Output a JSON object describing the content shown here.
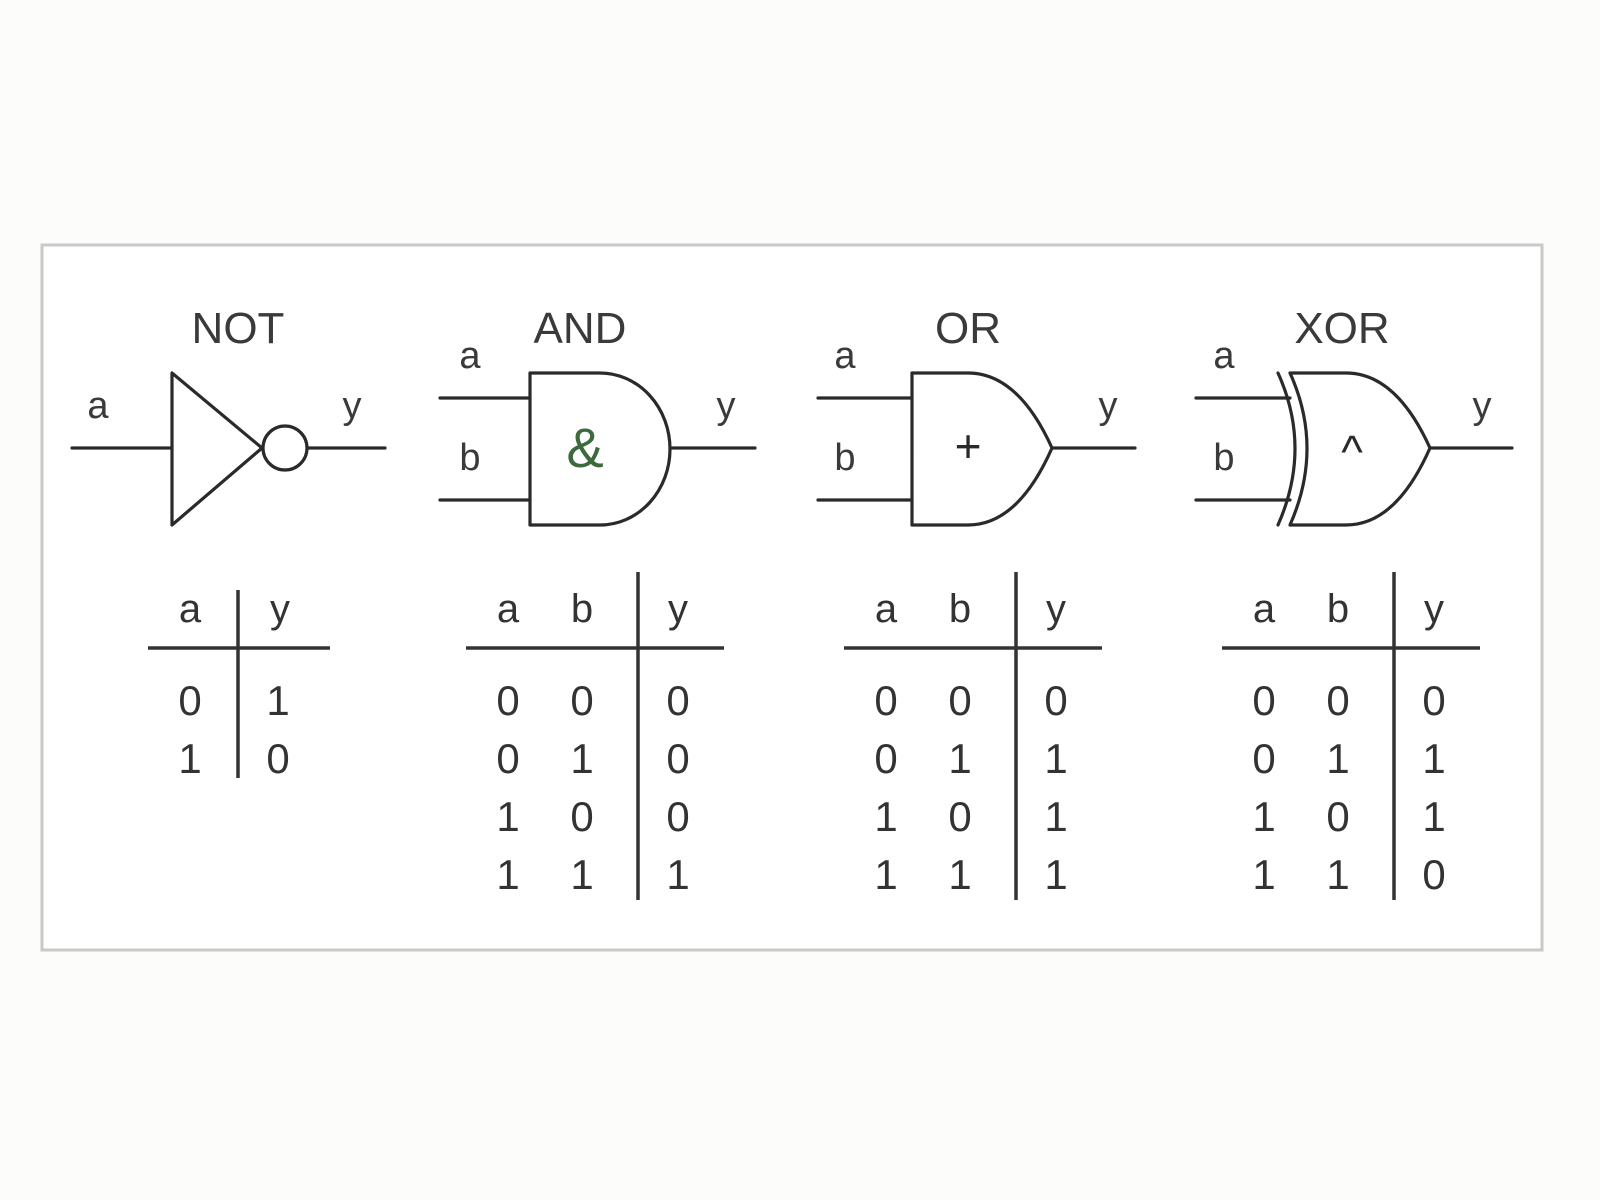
{
  "gates": [
    {
      "id": "not",
      "title": "NOT",
      "symbol": "",
      "inputs": [
        "a"
      ],
      "output": "y",
      "table": {
        "headers": [
          "a",
          "y"
        ],
        "rows": [
          [
            "0",
            "1"
          ],
          [
            "1",
            "0"
          ]
        ]
      }
    },
    {
      "id": "and",
      "title": "AND",
      "symbol": "&",
      "inputs": [
        "a",
        "b"
      ],
      "output": "y",
      "table": {
        "headers": [
          "a",
          "b",
          "y"
        ],
        "rows": [
          [
            "0",
            "0",
            "0"
          ],
          [
            "0",
            "1",
            "0"
          ],
          [
            "1",
            "0",
            "0"
          ],
          [
            "1",
            "1",
            "1"
          ]
        ]
      }
    },
    {
      "id": "or",
      "title": "OR",
      "symbol": "+",
      "inputs": [
        "a",
        "b"
      ],
      "output": "y",
      "table": {
        "headers": [
          "a",
          "b",
          "y"
        ],
        "rows": [
          [
            "0",
            "0",
            "0"
          ],
          [
            "0",
            "1",
            "1"
          ],
          [
            "1",
            "0",
            "1"
          ],
          [
            "1",
            "1",
            "1"
          ]
        ]
      }
    },
    {
      "id": "xor",
      "title": "XOR",
      "symbol": "^",
      "inputs": [
        "a",
        "b"
      ],
      "output": "y",
      "table": {
        "headers": [
          "a",
          "b",
          "y"
        ],
        "rows": [
          [
            "0",
            "0",
            "0"
          ],
          [
            "0",
            "1",
            "1"
          ],
          [
            "1",
            "0",
            "1"
          ],
          [
            "1",
            "1",
            "0"
          ]
        ]
      }
    }
  ]
}
